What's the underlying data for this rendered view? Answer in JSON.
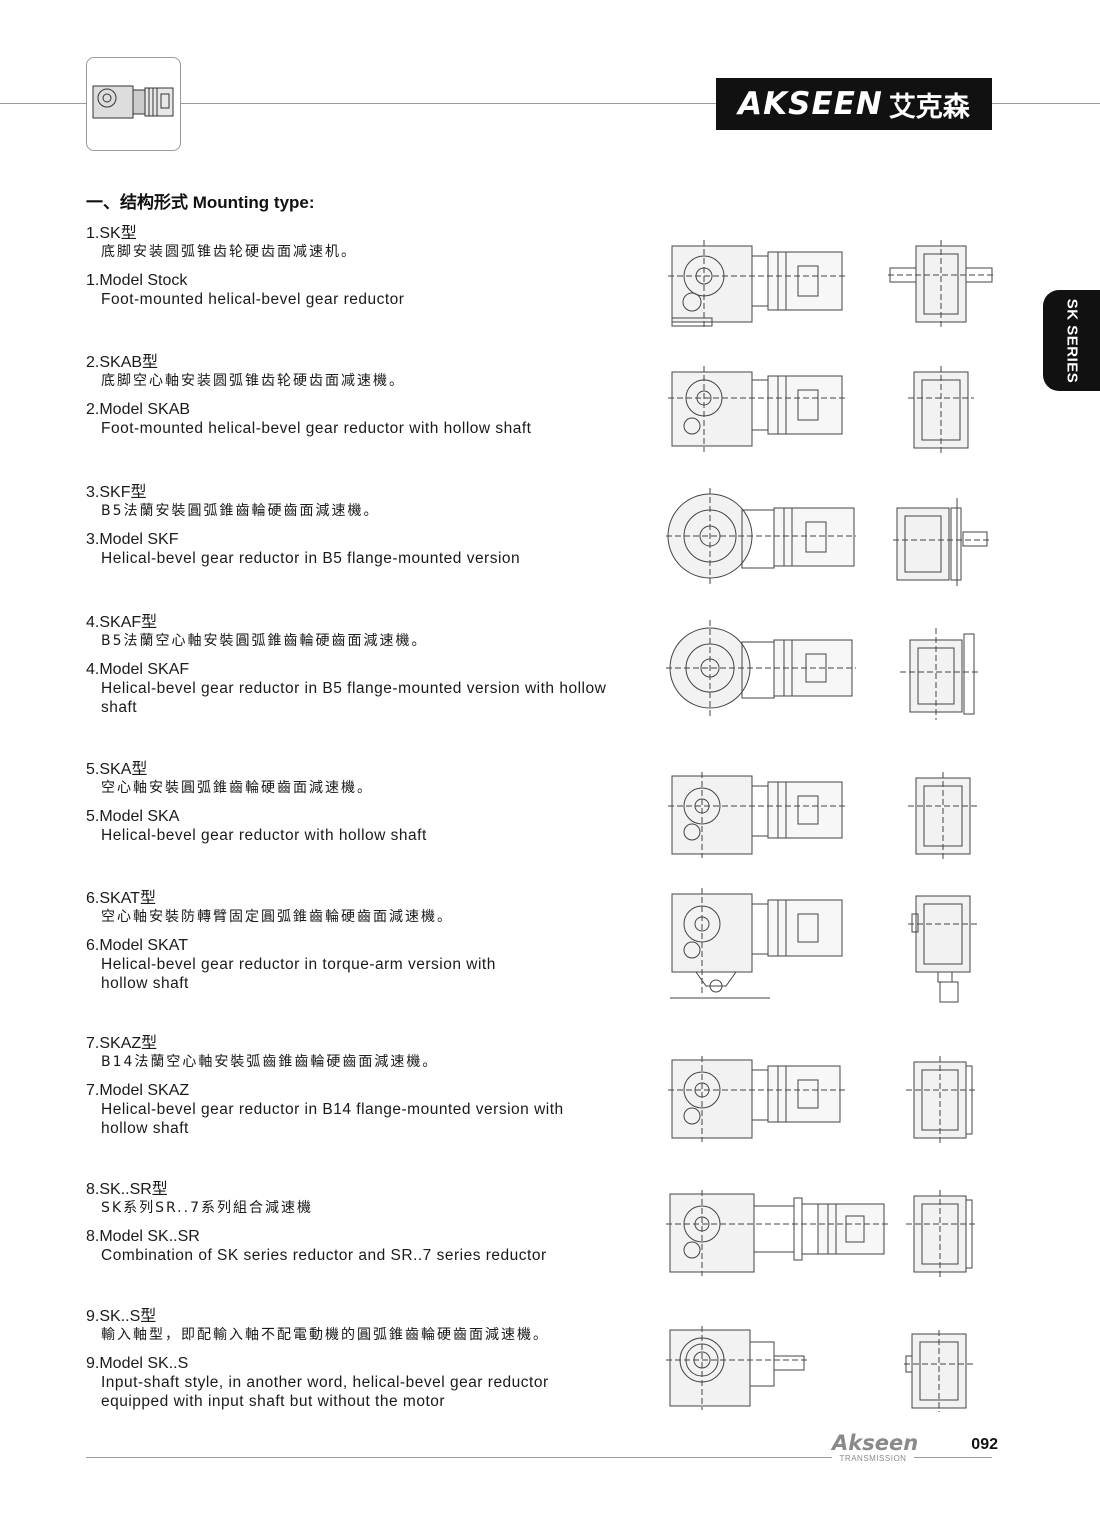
{
  "header": {
    "brand": "AKSEEN",
    "brand_cn": "艾克森",
    "side_tab": "SK SERIES"
  },
  "section_title": "一、结构形式 Mounting type:",
  "items": [
    {
      "zh_title": "1.SK型",
      "zh_desc": "底脚安装圆弧锥齿轮硬齿面减速机。",
      "en_title": "1.Model Stock",
      "en_desc": "Foot-mounted helical-bevel gear reductor"
    },
    {
      "zh_title": "2.SKAB型",
      "zh_desc": "底脚空心軸安装圆弧锥齿轮硬齿面减速機。",
      "en_title": "2.Model SKAB",
      "en_desc": "Foot-mounted helical-bevel gear reductor with hollow shaft"
    },
    {
      "zh_title": "3.SKF型",
      "zh_desc": "B5法蘭安裝圓弧錐齒輪硬齒面減速機。",
      "en_title": "3.Model SKF",
      "en_desc": "Helical-bevel gear reductor in B5 flange-mounted version"
    },
    {
      "zh_title": "4.SKAF型",
      "zh_desc": "B5法蘭空心軸安裝圓弧錐齒輪硬齒面減速機。",
      "en_title": "4.Model SKAF",
      "en_desc": "Helical-bevel gear reductor in B5 flange-mounted version with hollow shaft"
    },
    {
      "zh_title": "5.SKA型",
      "zh_desc": "空心軸安裝圓弧錐齒輪硬齒面減速機。",
      "en_title": "5.Model SKA",
      "en_desc": "Helical-bevel gear reductor with hollow shaft"
    },
    {
      "zh_title": "6.SKAT型",
      "zh_desc": "空心軸安裝防轉臂固定圓弧錐齒輪硬齒面減速機。",
      "en_title": "6.Model SKAT",
      "en_desc": "Helical-bevel gear reductor in torque-arm version with hollow shaft"
    },
    {
      "zh_title": "7.SKAZ型",
      "zh_desc": "B14法蘭空心軸安裝弧齒錐齒輪硬齒面減速機。",
      "en_title": "7.Model SKAZ",
      "en_desc": "Helical-bevel gear reductor in B14 flange-mounted version with hollow shaft"
    },
    {
      "zh_title": "8.SK..SR型",
      "zh_desc": "SK系列SR..7系列組合減速機",
      "en_title": "8.Model SK..SR",
      "en_desc": "Combination of SK series reductor and SR..7 series reductor"
    },
    {
      "zh_title": "9.SK..S型",
      "zh_desc": "輸入軸型，即配輸入軸不配電動機的圓弧錐齒輪硬齒面減速機。",
      "en_title": "9.Model SK..S",
      "en_desc": "Input-shaft style, in another word, helical-bevel gear reductor equipped with input shaft but without the motor"
    }
  ],
  "footer": {
    "logo": "Akseen",
    "logo_sub": "TRANSMISSION",
    "page_number": "092"
  }
}
